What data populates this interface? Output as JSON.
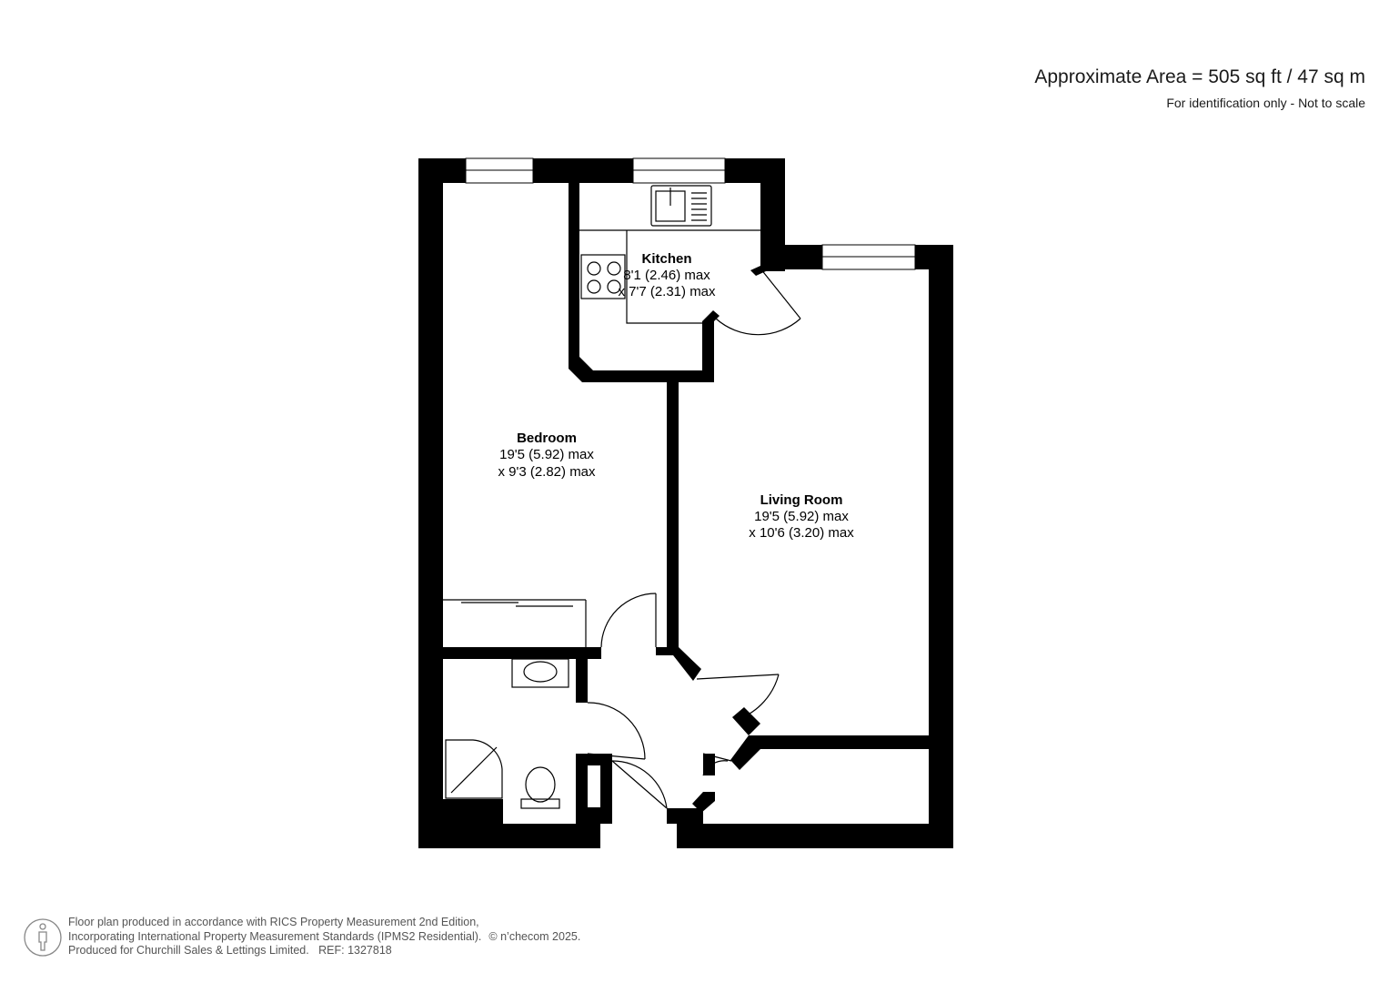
{
  "header": {
    "area": "Approximate Area = 505 sq ft / 47 sq m",
    "note": "For identification only - Not to scale"
  },
  "rooms": {
    "kitchen": {
      "name": "Kitchen",
      "dim1": "8'1 (2.46) max",
      "dim2": "x 7'7 (2.31) max"
    },
    "bedroom": {
      "name": "Bedroom",
      "dim1": "19'5 (5.92) max",
      "dim2": "x 9'3 (2.82) max"
    },
    "living": {
      "name": "Living Room",
      "dim1": "19'5 (5.92) max",
      "dim2": "x 10'6 (3.20) max"
    }
  },
  "footer": {
    "line1": "Floor plan produced in accordance with RICS Property Measurement 2nd Edition,",
    "line2": "Incorporating International Property Measurement Standards (IPMS2 Residential).",
    "copyright": "© n’checom 2025.",
    "line3": "Produced for Churchill Sales & Lettings Limited.   REF: 1327818"
  },
  "icons": {
    "footer_logo": "person-icon"
  }
}
